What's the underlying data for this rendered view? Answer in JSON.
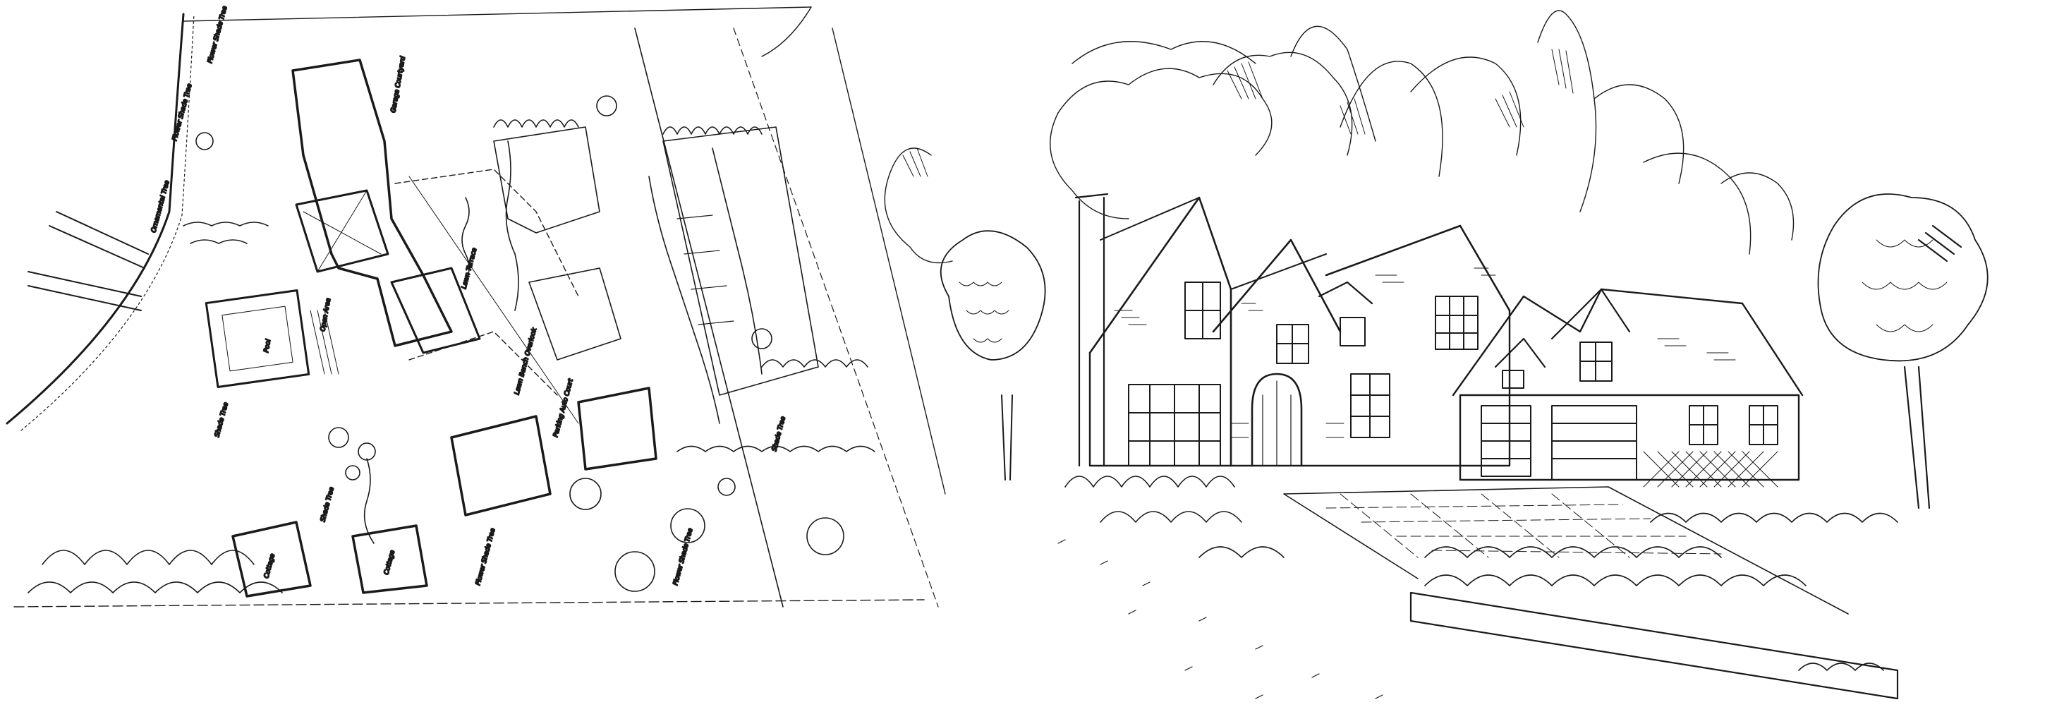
{
  "colors": {
    "ink": "#1a1a1a",
    "paper": "#ffffff"
  },
  "site_plan": {
    "labels": {
      "garage_courtyard": "Garage Courtyard",
      "pool": "Pool",
      "open_area": "Open Area",
      "lawn_terrace": "Lawn Terrace",
      "lawn_bench_overlook": "Lawn Bench Overlook",
      "parking_auto_court": "Parking Auto Court",
      "cottage_left": "Cottage",
      "cottage_right": "Cottage",
      "shade_tree_1": "Flower Shade Tree",
      "shade_tree_2": "Flower Shade Tree",
      "shade_tree_3": "Ornamental Tree",
      "shade_tree_4": "Shade Tree",
      "shade_tree_5": "Shade Tree",
      "shade_tree_6": "Flower Shade Tree",
      "shade_tree_7": "Flower Shade Tree",
      "shade_tree_8": "Shade Tree"
    }
  }
}
